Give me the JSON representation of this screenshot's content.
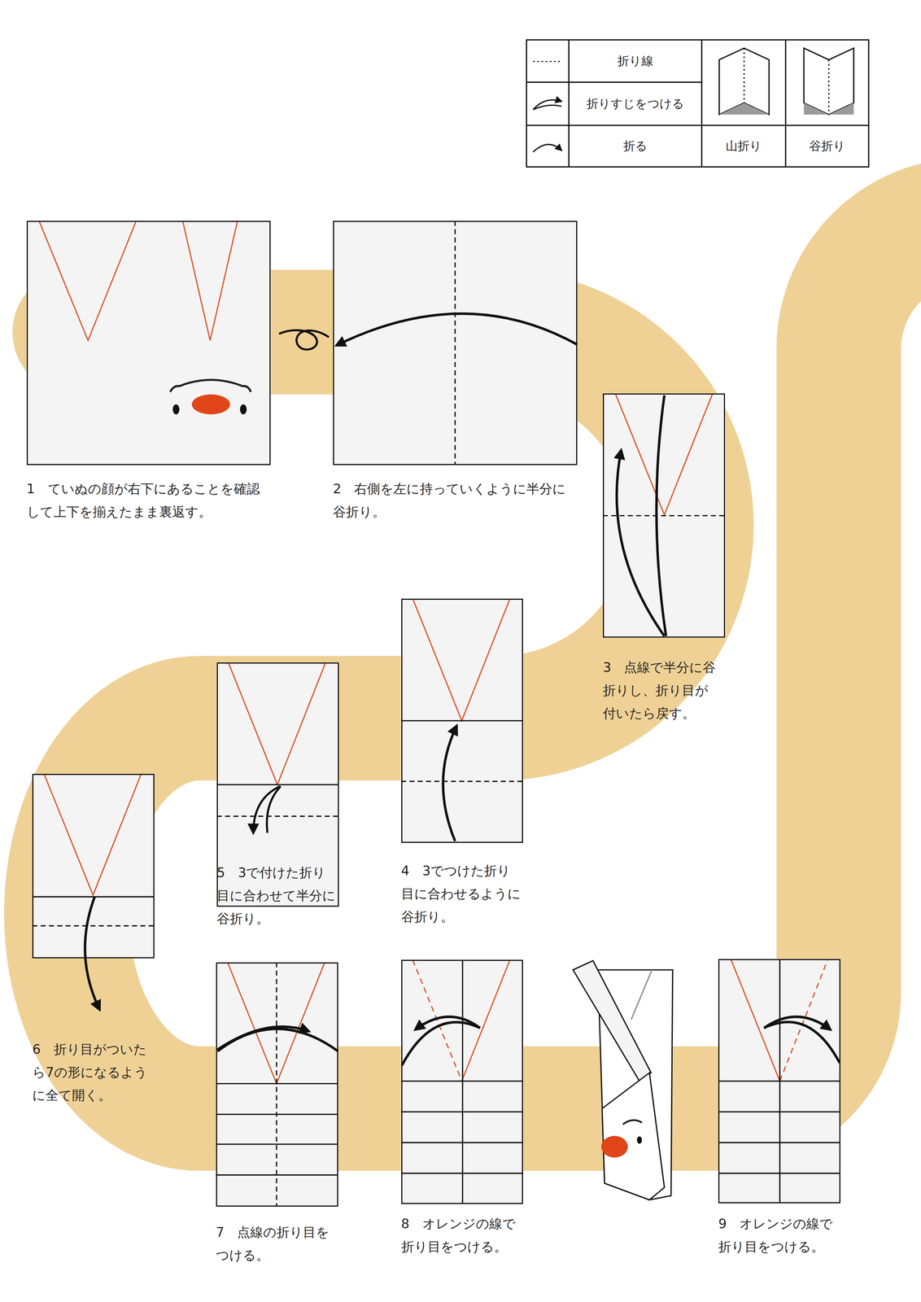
{
  "diagram": {
    "nodes": [
      {
        "text": [
          "1　ていぬの顔が右下にあることを確認 して上下を揃えたまま裏返す。"
        ]
      },
      {
        "text": [
          "2　右側を左に持っていくように半分に 谷折り。"
        ]
      },
      {
        "text": [
          "3　点線で半分に谷 折りし、折り目が 付いたら戻す。"
        ]
      },
      {
        "text": [
          "4　3でつけた折り 目に合わせるように 谷折り。"
        ]
      },
      {
        "text": [
          "5　3で付けた折り 目に合わせて半分に 谷折り。"
        ]
      },
      {
        "text": [
          "6　折り目がついた ら7の形になるよう に全て開く。"
        ]
      },
      {
        "text": [
          "7　点線の折り目を つける。"
        ]
      },
      {
        "text": [
          "8　オレンジの線で 折り目をつける。"
        ]
      },
      {
        "text": [
          "9　オレンジの線で 折り目をつける。"
        ]
      }
    ],
    "legend": [
      {
        "text": "折り線"
      },
      {
        "text": "折りすじをつける"
      },
      {
        "text": "折る"
      },
      {
        "text": "山折り"
      },
      {
        "text": "谷折り"
      }
    ]
  }
}
